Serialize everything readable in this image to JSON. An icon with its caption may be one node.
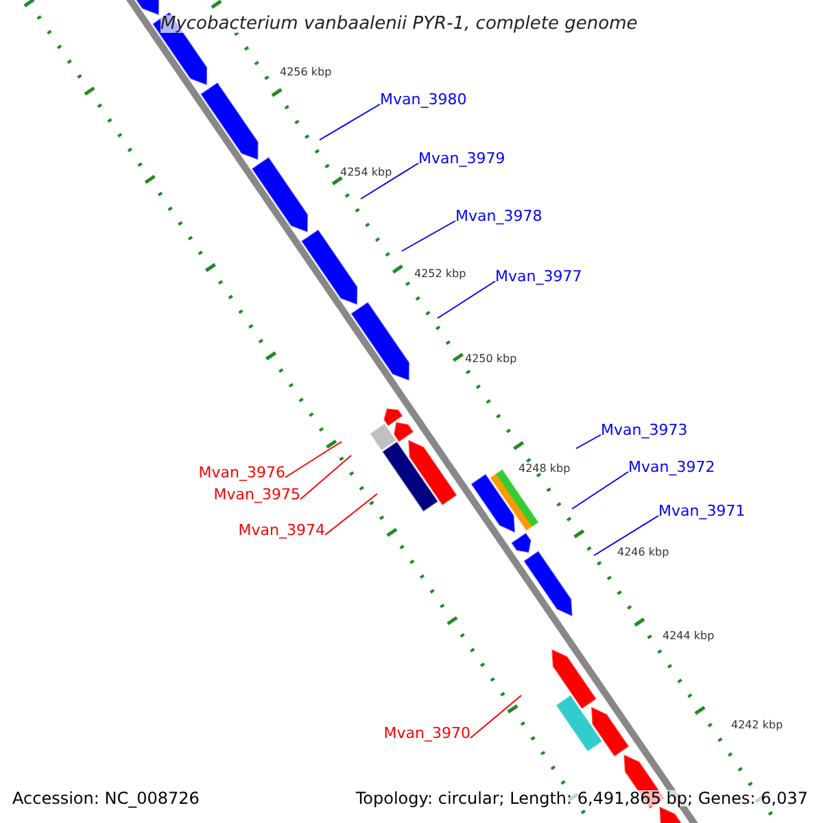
{
  "diagram": {
    "title": "Mycobacterium vanbaalenii PYR-1, complete genome",
    "nodes": [
      {
        "text": [
          "Mvan_3980"
        ]
      },
      {
        "text": [
          "Mvan_3979"
        ]
      },
      {
        "text": [
          "Mvan_3978"
        ]
      },
      {
        "text": [
          "Mvan_3977"
        ]
      },
      {
        "text": [
          "Mvan_3976"
        ]
      },
      {
        "text": [
          "Mvan_3975"
        ]
      },
      {
        "text": [
          "Mvan_3974"
        ]
      },
      {
        "text": [
          "Mvan_3973"
        ]
      },
      {
        "text": [
          "Mvan_3972"
        ]
      },
      {
        "text": [
          "Mvan_3971"
        ]
      },
      {
        "text": [
          "Mvan_3970"
        ]
      }
    ],
    "edges": [
      {
        "from": 0,
        "to": null,
        "arrow": "none"
      },
      {
        "from": 1,
        "to": null,
        "arrow": "none"
      },
      {
        "from": 2,
        "to": null,
        "arrow": "none"
      },
      {
        "from": 3,
        "to": null,
        "arrow": "none"
      },
      {
        "from": 4,
        "to": null,
        "arrow": "none",
        "color": "#ff0000"
      },
      {
        "from": 5,
        "to": null,
        "arrow": "none",
        "color": "#ff0000"
      },
      {
        "from": 6,
        "to": null,
        "arrow": "none",
        "color": "#ff0000"
      },
      {
        "from": 7,
        "to": null,
        "arrow": "none"
      },
      {
        "from": 8,
        "to": null,
        "arrow": "none"
      },
      {
        "from": 9,
        "to": null,
        "arrow": "none"
      },
      {
        "from": 10,
        "to": null,
        "arrow": "none",
        "color": "#ff0000"
      }
    ],
    "labels": [
      "4256 kbp",
      "4254 kbp",
      "4252 kbp",
      "4250 kbp",
      "4248 kbp",
      "4246 kbp",
      "4244 kbp",
      "4242 kbp",
      "Accession: NC_008726",
      "Topology: circular; Length: 6,491,865 bp; Genes: 6,037"
    ]
  }
}
